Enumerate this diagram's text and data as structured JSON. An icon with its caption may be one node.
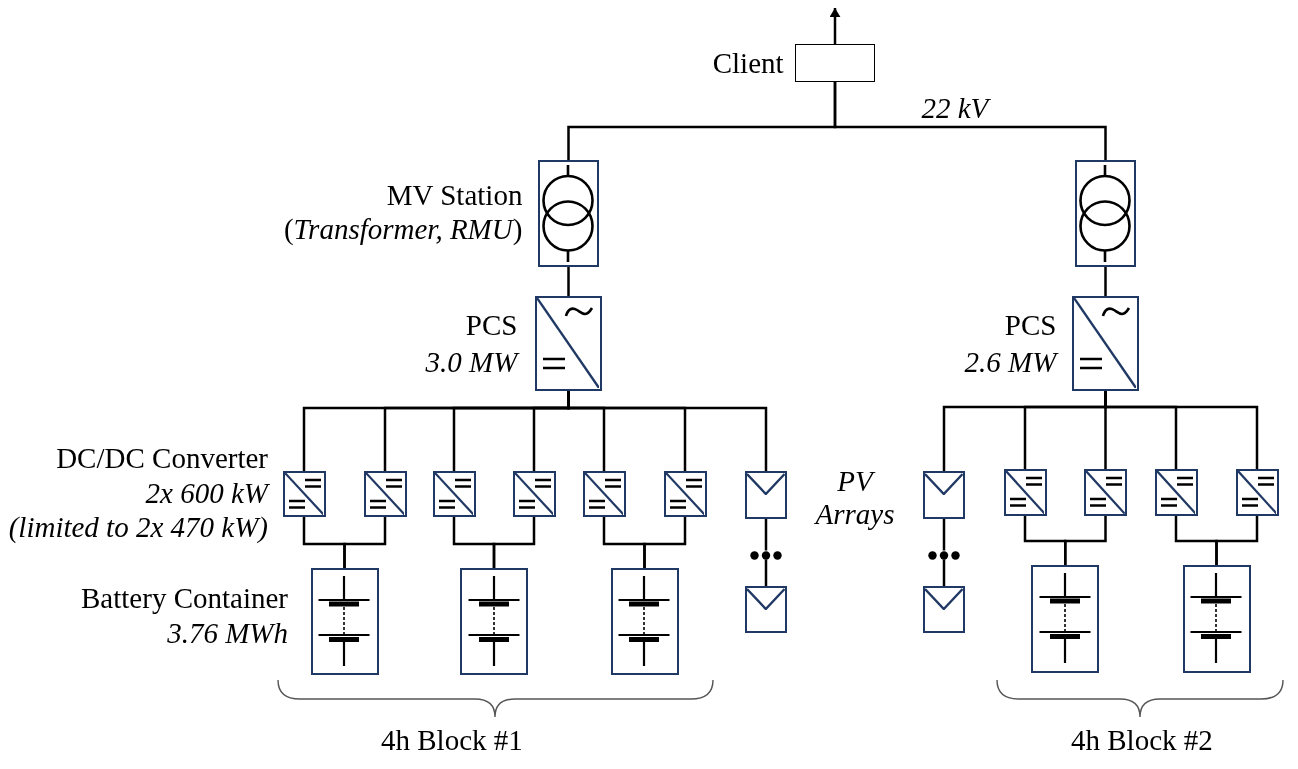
{
  "diagram": {
    "nodes": [
      {
        "text": [
          "Client"
        ]
      },
      {
        "text": [
          "MV Station",
          "(*Transformer, RMU*)"
        ]
      },
      {
        "text": [],
        "shape": "box"
      },
      {
        "text": [
          "PCS",
          "3.0 MW"
        ]
      },
      {
        "text": [
          "PCS",
          "2.6 MW"
        ]
      },
      {
        "text": [],
        "shape": "box"
      },
      {
        "text": [],
        "shape": "box"
      },
      {
        "text": [],
        "shape": "box"
      },
      {
        "text": [],
        "shape": "box"
      },
      {
        "text": [],
        "shape": "box"
      },
      {
        "text": [],
        "shape": "box"
      },
      {
        "text": [],
        "shape": "box"
      },
      {
        "text": [],
        "shape": "box"
      },
      {
        "text": [],
        "shape": "box"
      },
      {
        "text": [],
        "shape": "box"
      },
      {
        "text": [],
        "shape": "box"
      },
      {
        "text": [],
        "shape": "box"
      },
      {
        "text": [],
        "shape": "dots"
      },
      {
        "text": [],
        "shape": "dots"
      },
      {
        "text": [],
        "shape": "box"
      },
      {
        "text": [],
        "shape": "box"
      },
      {
        "text": [],
        "shape": "box"
      },
      {
        "text": [],
        "shape": "box"
      },
      {
        "text": [],
        "shape": "box"
      },
      {
        "text": [],
        "shape": "box"
      },
      {
        "text": [],
        "shape": "box"
      }
    ],
    "edges": [
      {
        "from": 0,
        "to": null,
        "arrow": "to"
      },
      {
        "from": 0,
        "to": 1,
        "arrow": "none"
      },
      {
        "from": 0,
        "to": 2,
        "arrow": "none"
      },
      {
        "from": 1,
        "to": 3,
        "arrow": "none"
      },
      {
        "from": 2,
        "to": 4,
        "arrow": "none"
      },
      {
        "from": 3,
        "to": 5,
        "arrow": "none"
      },
      {
        "from": 3,
        "to": 6,
        "arrow": "none"
      },
      {
        "from": 3,
        "to": 7,
        "arrow": "none"
      },
      {
        "from": 3,
        "to": 8,
        "arrow": "none"
      },
      {
        "from": 3,
        "to": 9,
        "arrow": "none"
      },
      {
        "from": 3,
        "to": 10,
        "arrow": "none"
      },
      {
        "from": 3,
        "to": 11,
        "arrow": "none"
      },
      {
        "from": 4,
        "to": 12,
        "arrow": "none"
      },
      {
        "from": 4,
        "to": 13,
        "arrow": "none"
      },
      {
        "from": 4,
        "to": 14,
        "arrow": "none"
      },
      {
        "from": 4,
        "to": 15,
        "arrow": "none"
      },
      {
        "from": 4,
        "to": 16,
        "arrow": "none"
      },
      {
        "from": 5,
        "to": 19,
        "arrow": "none"
      },
      {
        "from": 6,
        "to": 19,
        "arrow": "none"
      },
      {
        "from": 7,
        "to": 20,
        "arrow": "none"
      },
      {
        "from": 8,
        "to": 20,
        "arrow": "none"
      },
      {
        "from": 9,
        "to": 21,
        "arrow": "none"
      },
      {
        "from": 10,
        "to": 21,
        "arrow": "none"
      },
      {
        "from": 13,
        "to": 24,
        "arrow": "none"
      },
      {
        "from": 14,
        "to": 24,
        "arrow": "none"
      },
      {
        "from": 15,
        "to": 25,
        "arrow": "none"
      },
      {
        "from": 16,
        "to": 25,
        "arrow": "none"
      },
      {
        "from": 11,
        "to": 17,
        "arrow": "none"
      },
      {
        "from": 17,
        "to": 22,
        "arrow": "none"
      },
      {
        "from": 12,
        "to": 18,
        "arrow": "none"
      },
      {
        "from": 18,
        "to": 23,
        "arrow": "none"
      }
    ],
    "labels": [
      "22 kV",
      "DC/DC Converter",
      "2x 600 kW",
      "(limited to 2x 470 kW)",
      "PV Arrays",
      "Battery Container",
      "3.76 MWh",
      "4h Block #1",
      "4h Block #2"
    ]
  }
}
